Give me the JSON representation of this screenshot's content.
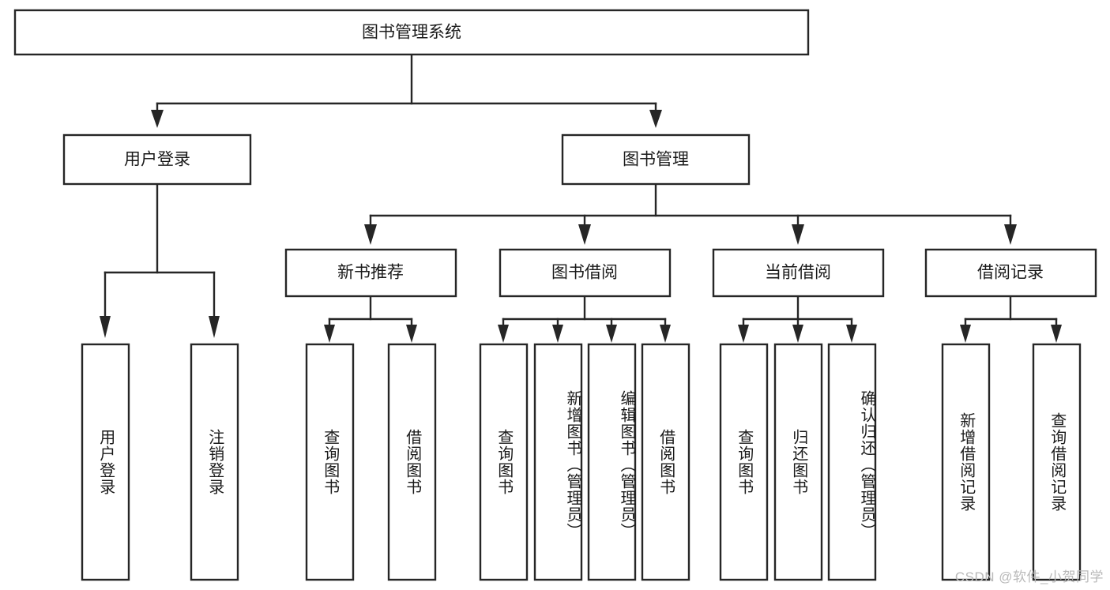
{
  "diagram": {
    "type": "tree-hierarchy-flowchart",
    "title_node": {
      "label": "图书管理系统"
    },
    "level2": [
      {
        "id": "user-login",
        "label": "用户登录"
      },
      {
        "id": "book-management",
        "label": "图书管理"
      }
    ],
    "level3": [
      {
        "id": "new-book-recommend",
        "label": "新书推荐",
        "parent": "book-management"
      },
      {
        "id": "book-borrow",
        "label": "图书借阅",
        "parent": "book-management"
      },
      {
        "id": "current-borrow",
        "label": "当前借阅",
        "parent": "book-management"
      },
      {
        "id": "borrow-record",
        "label": "借阅记录",
        "parent": "book-management"
      }
    ],
    "leaves": [
      {
        "id": "leaf-user-login",
        "label": "用户登录",
        "parent": "user-login"
      },
      {
        "id": "leaf-logout-login",
        "label": "注销登录",
        "parent": "user-login"
      },
      {
        "id": "leaf-query-book-1",
        "label": "查询图书",
        "parent": "new-book-recommend"
      },
      {
        "id": "leaf-borrow-book-1",
        "label": "借阅图书",
        "parent": "new-book-recommend"
      },
      {
        "id": "leaf-query-book-2",
        "label": "查询图书",
        "parent": "book-borrow"
      },
      {
        "id": "leaf-add-book",
        "label": "新增图书（管理员）",
        "parent": "book-borrow"
      },
      {
        "id": "leaf-edit-book",
        "label": "编辑图书（管理员）",
        "parent": "book-borrow"
      },
      {
        "id": "leaf-borrow-book-2",
        "label": "借阅图书",
        "parent": "book-borrow"
      },
      {
        "id": "leaf-query-book-3",
        "label": "查询图书",
        "parent": "current-borrow"
      },
      {
        "id": "leaf-return-book",
        "label": "归还图书",
        "parent": "current-borrow"
      },
      {
        "id": "leaf-confirm-return",
        "label": "确认归还（管理员）",
        "parent": "current-borrow"
      },
      {
        "id": "leaf-add-record",
        "label": "新增借阅记录",
        "parent": "borrow-record"
      },
      {
        "id": "leaf-query-record",
        "label": "查询借阅记录",
        "parent": "borrow-record"
      }
    ],
    "colors": {
      "stroke": "#262626",
      "fill": "#ffffff",
      "text": "#1a1a1a",
      "watermark": "#b9b9b9"
    }
  },
  "watermark": {
    "text": "CSDN @软件_小贺同学"
  }
}
